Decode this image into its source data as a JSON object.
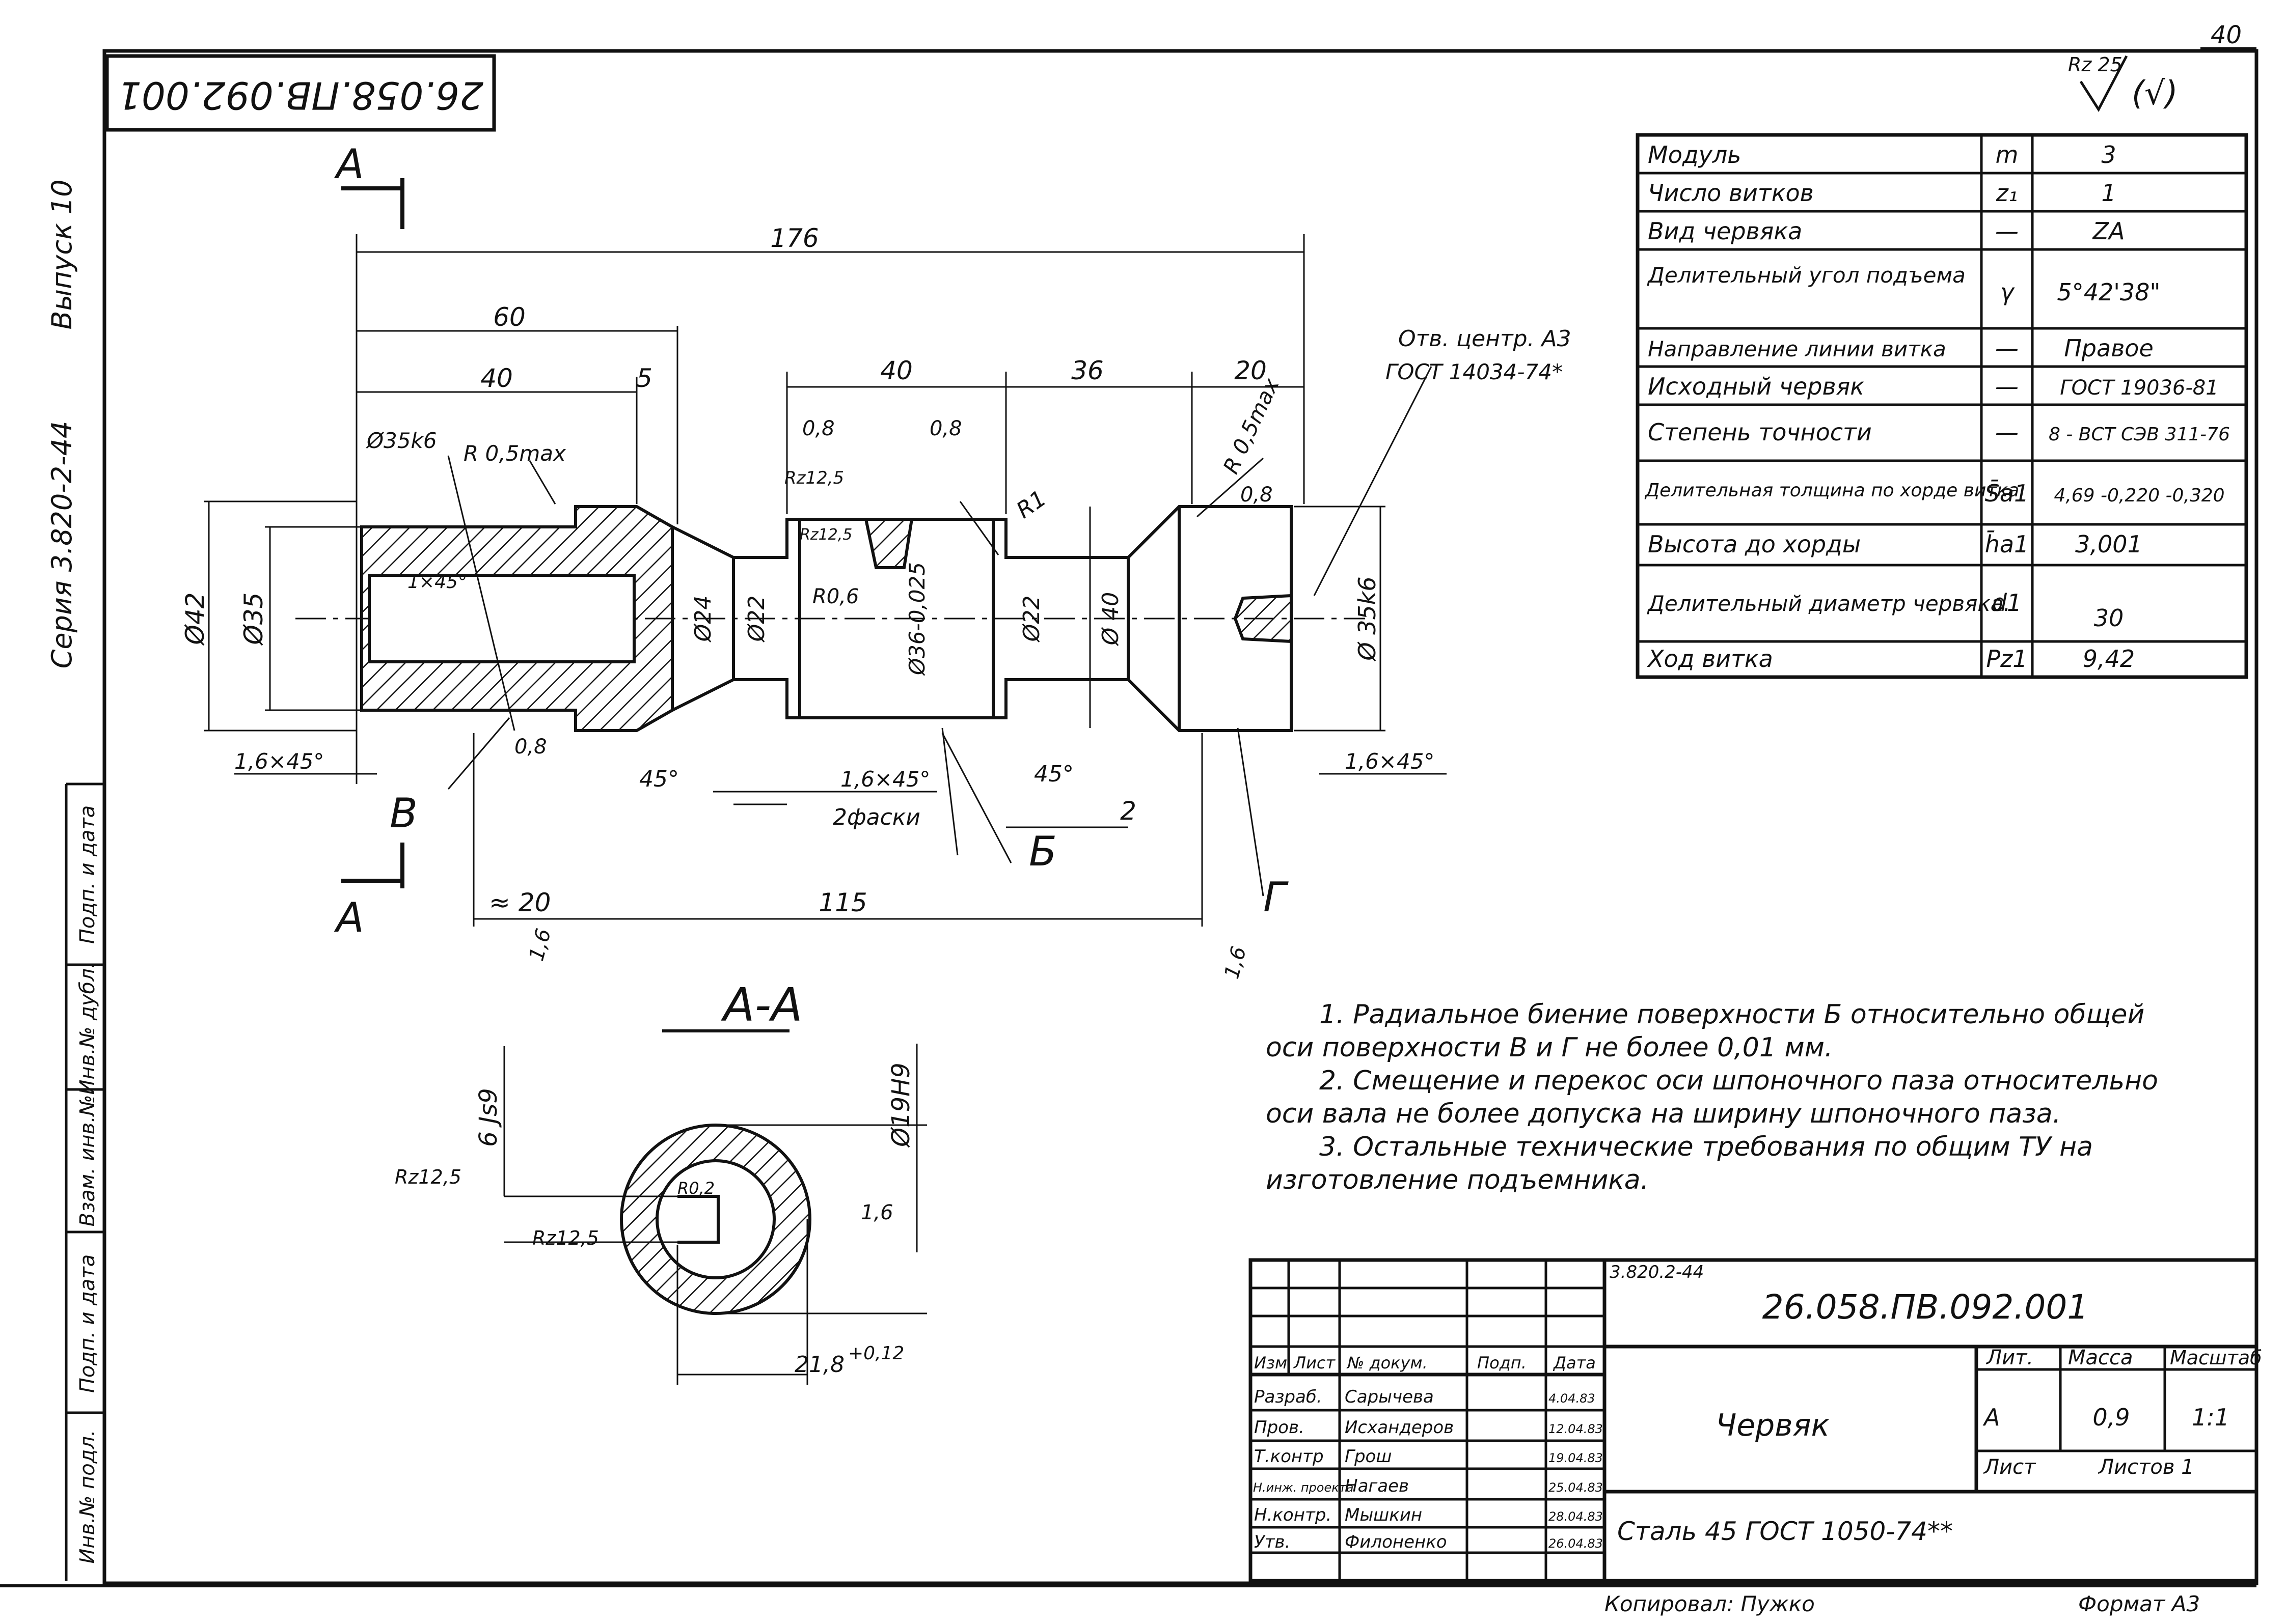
{
  "sheet": {
    "sheet_no": "40",
    "stamp_code": "26.058.ПВ.092.001",
    "roughness_general": "Rz 25",
    "roughness_general_paren": "(√)",
    "copied_by": "Копировал: Пужко",
    "format": "Формат А3"
  },
  "side_margin": {
    "series": "Серия   3.820-2-44",
    "issue": "Выпуск 10",
    "cells": [
      "Инв.№ подл.",
      "Подп. и дата",
      "Взам. инв.№",
      "Инв.№ дубл.",
      "Подп. и дата"
    ]
  },
  "param_table": {
    "rows": [
      {
        "name": "Модуль",
        "sym": "m",
        "val": "3"
      },
      {
        "name": "Число витков",
        "sym": "z₁",
        "val": "1"
      },
      {
        "name": "Вид червяка",
        "sym": "—",
        "val": "ZA"
      },
      {
        "name": "Делительный угол подъема",
        "sym": "γ",
        "val": "5°42'38\""
      },
      {
        "name": "Направление линии витка",
        "sym": "—",
        "val": "Правое"
      },
      {
        "name": "Исходный червяк",
        "sym": "—",
        "val": "ГОСТ 19036-81"
      },
      {
        "name": "Степень точности",
        "sym": "—",
        "val": "8 - BCT СЭВ 311-76"
      },
      {
        "name": "Делительная толщина по хорде витка.",
        "sym": "S̄a1",
        "val": "4,69 -0,220 -0,320"
      },
      {
        "name": "Высота до хорды",
        "sym": "h̄a1",
        "val": "3,001"
      },
      {
        "name": "Делительный диаметр червяка.",
        "sym": "d1",
        "val": "30"
      },
      {
        "name": "Ход витка",
        "sym": "Pz1",
        "val": "9,42"
      }
    ]
  },
  "drawing": {
    "section_mark_top": "А",
    "section_mark_bottom": "А",
    "section_title": "А-А",
    "dim_176": "176",
    "dim_60": "60",
    "dim_40a": "40",
    "dim_5": "5",
    "dim_40b": "40",
    "dim_36": "36",
    "dim_20": "20",
    "dim_115": "115",
    "dim_approx20": "≈ 20",
    "dim_2": "2",
    "phi35k6_left": "Ø35k6",
    "r05max_left": "R 0,5max",
    "r05max_right": "R 0,5max",
    "phi42": "Ø42",
    "phi35": "Ø35",
    "phi24": "Ø24",
    "phi22a": "Ø22",
    "phi36": "Ø36-0,025",
    "phi22b": "Ø22",
    "phi40": "Ø 40",
    "phi35k6_right": "Ø 35k6",
    "chamfer_1x45": "1×45°",
    "chamfer_left": "1,6×45°",
    "chamfer_mid": "1,6×45°",
    "chamfer_mid_note": "2фаски",
    "chamfer_right": "1,6×45°",
    "angle_45a": "45°",
    "angle_45b": "45°",
    "r06": "R0,6",
    "r1": "R1",
    "rz125a": "Rz12,5",
    "rz125b": "Rz12,5",
    "rough08a": "0,8",
    "rough08b": "0,8",
    "rough08c": "0,8",
    "rough08d": "0,8",
    "rough16a": "1,6",
    "rough16b": "1,6",
    "center_hole_1": "Отв. центр. А3",
    "center_hole_2": "ГОСТ 14034-74*",
    "surface_B": "В",
    "surface_Bv": "Б",
    "surface_G": "Г",
    "sec_6js9": "6 Js9",
    "sec_phi19h9": "Ø19H9",
    "sec_rz125a": "Rz12,5",
    "sec_rz125b": "Rz12,5",
    "sec_r02": "R0,2",
    "sec_rough16": "1,6",
    "sec_dim": "21,8",
    "sec_tol": "+0,12"
  },
  "notes": [
    "1.  Радиальное биение поверхности Б относительно общей",
    "оси поверхности  В и Г  не более  0,01 мм.",
    "2. Смещение и перекос оси шпоночного паза относительно",
    "оси вала не более допуска на ширину шпоночного паза.",
    "3. Остальные технические требования по общим ТУ на",
    "изготовление подъемника."
  ],
  "title_block": {
    "small_code": "3.820.2-44",
    "code": "26.058.ПВ.092.001",
    "name": "Червяк",
    "material": "Сталь 45 ГОСТ 1050-74**",
    "lit_label": "Лит.",
    "lit_value": "А",
    "mass_label": "Масса",
    "mass_value": "0,9",
    "scale_label": "Масштаб",
    "scale_value": "1:1",
    "sheet_label": "Лист",
    "sheets_label": "Листов 1",
    "hdr": [
      "Изм",
      "Лист",
      "№ докум.",
      "Подп.",
      "Дата"
    ],
    "people": [
      {
        "role": "Разраб.",
        "name": "Сарычева",
        "date": "4.04.83"
      },
      {
        "role": "Пров.",
        "name": "Исхандеров",
        "date": "12.04.83"
      },
      {
        "role": "Т.контр",
        "name": "Грош",
        "date": "19.04.83"
      },
      {
        "role": "Н.инж. проекта",
        "name": "Нагаев",
        "date": "25.04.83"
      },
      {
        "role": "Н.контр.",
        "name": "Мышкин",
        "date": "28.04.83"
      },
      {
        "role": "Утв.",
        "name": "Филоненко",
        "date": "26.04.83"
      }
    ]
  }
}
